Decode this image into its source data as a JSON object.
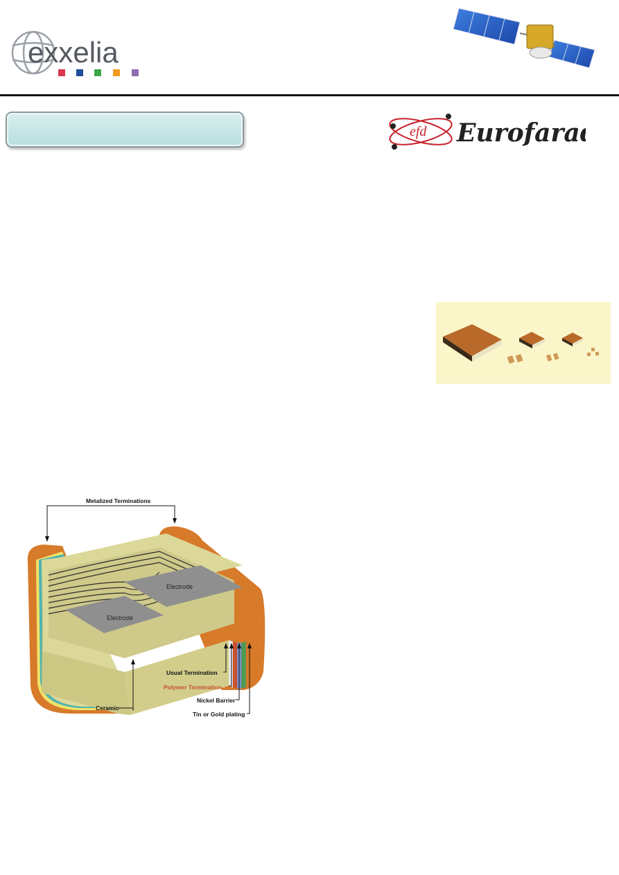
{
  "header": {
    "brand_logo": {
      "text": "exxelia",
      "square_colors": [
        "#d9394e",
        "#1e4f9c",
        "#3aa847",
        "#f29a1f",
        "#8e6db0"
      ],
      "icon": "globe-icon"
    },
    "illustration_icon": "satellite-icon",
    "section_banner": {
      "title": ""
    },
    "partner_logo": {
      "monogram": "efd",
      "text": "Eurofarad",
      "color": "#c8202a"
    }
  },
  "product_photo": {
    "icon": "chip-capacitors-photo",
    "background": "#fbf6c9"
  },
  "diagram": {
    "labels": {
      "metalized_terminations": "Metalized Terminations",
      "electrode_top": "Electrode",
      "electrode_bottom": "Electrode",
      "usual_termination": "Usual Termination",
      "polymer_termination": "Polymer Termination",
      "nickel_barrier": "Nickel Barrier",
      "tin_gold_plating": "Tin or Gold plating",
      "ceramic": "Ceramic"
    },
    "colors": {
      "ceramic": "#dcd89a",
      "electrode": "#8f8f8f",
      "termination": "#d77a2a",
      "polymer": "#c8502a",
      "nickel": "#7b8fce",
      "plating": "#4f9a55"
    }
  }
}
